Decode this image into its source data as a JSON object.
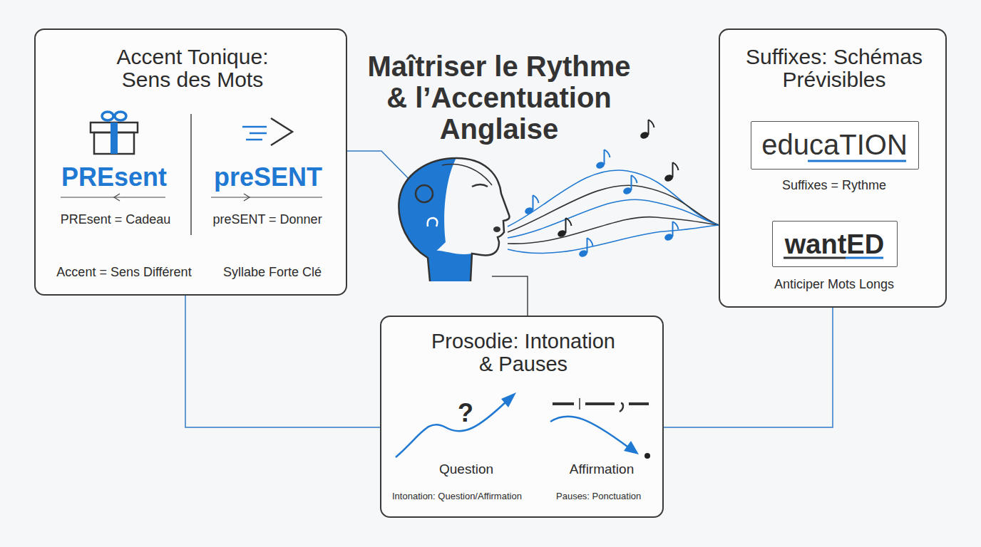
{
  "diagram": {
    "title": "Maîtriser le Rythme & l’Accentuation Anglaise",
    "nodes": [
      {
        "text": [
          "Accent Tonique: Sens des Mots",
          "PREsent",
          "PREsent = Cadeau",
          "preSENT",
          "preSENT = Donner",
          "Accent = Sens Différent",
          "Syllabe Forte Clé"
        ]
      },
      {
        "text": [
          "Suffixes: Schémas Prévisibles",
          "Suffixes = Rythme",
          "Anticiper Mots Longs"
        ]
      },
      {
        "text": [
          "educaTION"
        ],
        "in": 1
      },
      {
        "text": [
          "wantED"
        ],
        "in": 1
      },
      {
        "text": [
          "Prosodie: Intonation & Pauses",
          "?",
          "Question",
          "Affirmation",
          "Intonation: Question/Affirmation",
          "Pauses: Ponctuation"
        ]
      }
    ],
    "edges": [
      {
        "from": 0,
        "to": 4,
        "arrow": "none"
      },
      {
        "from": 1,
        "to": 4,
        "arrow": "none"
      }
    ]
  }
}
